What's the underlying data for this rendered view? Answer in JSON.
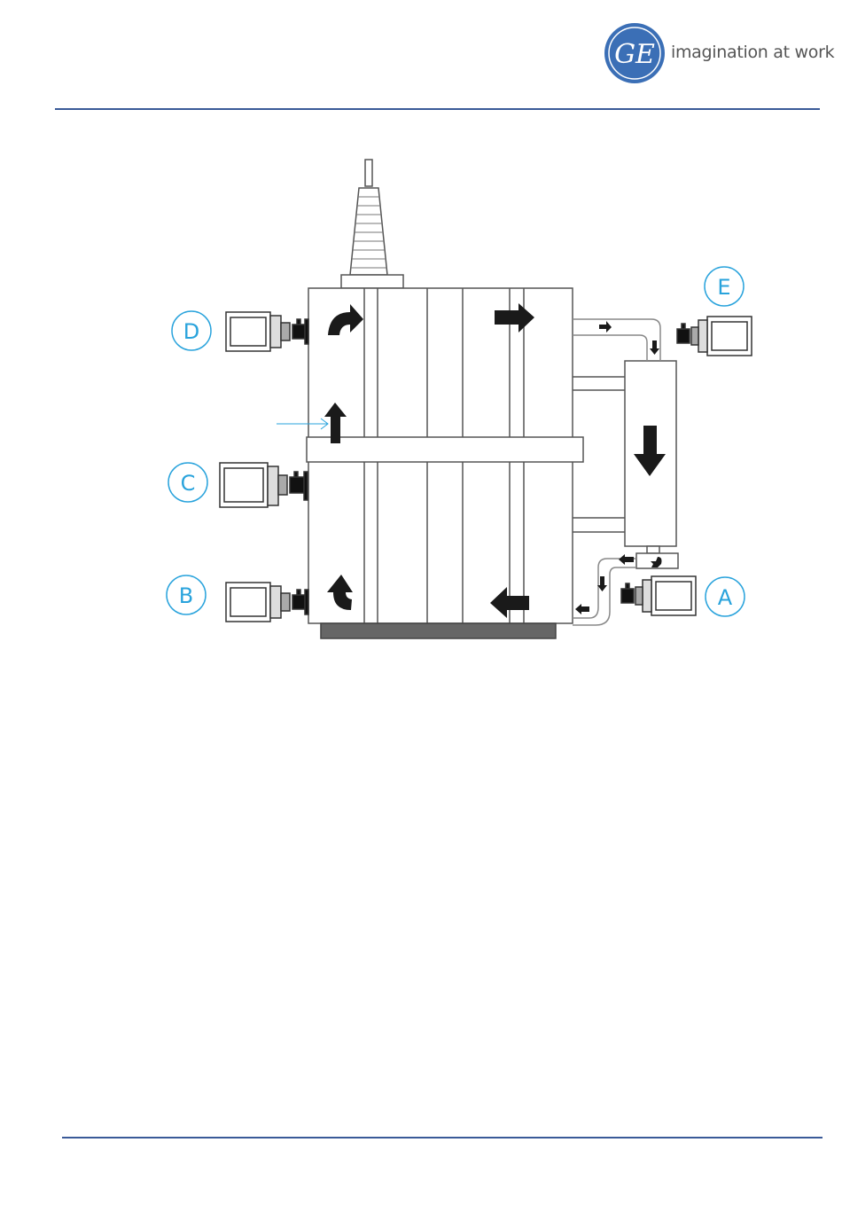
{
  "header": {
    "logo_monogram": "GE",
    "tagline": "imagination at work",
    "brand_color": "#3b6fb6"
  },
  "diagram": {
    "accent_color": "#29a3dc",
    "sampling_points": [
      {
        "label": "A"
      },
      {
        "label": "B"
      },
      {
        "label": "C"
      },
      {
        "label": "D"
      },
      {
        "label": "E"
      }
    ]
  }
}
